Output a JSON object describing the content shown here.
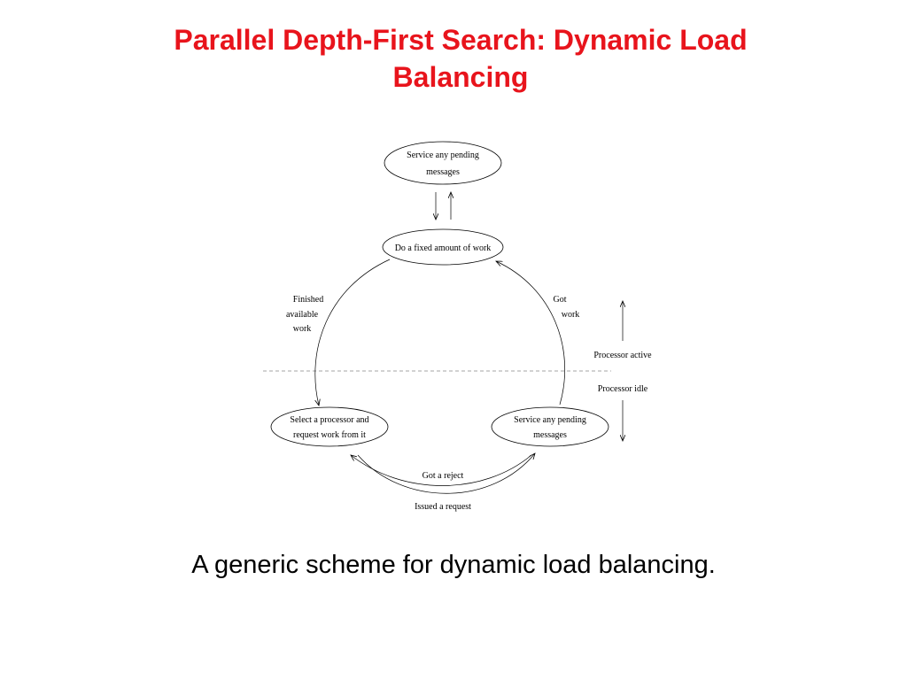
{
  "slide": {
    "title_line1": "Parallel Depth-First Search: Dynamic Load",
    "title_line2": "Balancing",
    "caption": "A generic scheme for dynamic load balancing."
  },
  "diagram": {
    "nodes": {
      "service_top": {
        "line1": "Service any pending",
        "line2": "messages"
      },
      "do_work": {
        "line1": "Do a fixed amount of work"
      },
      "select_processor": {
        "line1": "Select a processor and",
        "line2": "request work from it"
      },
      "service_bottom": {
        "line1": "Service any pending",
        "line2": "messages"
      }
    },
    "edges": {
      "finished": {
        "line1": "Finished",
        "line2": "available",
        "line3": "work"
      },
      "got_work": {
        "line1": "Got",
        "line2": "work"
      },
      "got_reject": {
        "label": "Got a reject"
      },
      "issued_request": {
        "label": "Issued a request"
      }
    },
    "states": {
      "active": "Processor active",
      "idle": "Processor idle"
    }
  }
}
